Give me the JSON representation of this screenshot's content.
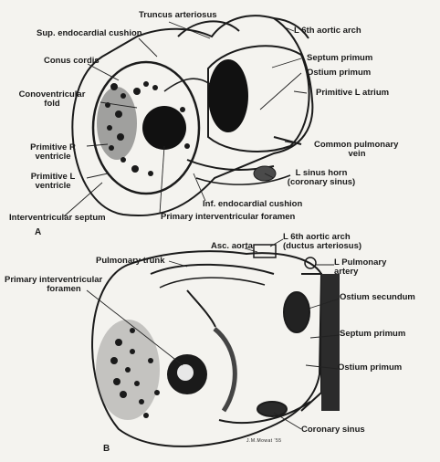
{
  "panel_a": {
    "letter": "A",
    "labels": {
      "truncus_arteriosus": "Truncus arteriosus",
      "l_6th_aortic_arch": "L 6th aortic arch",
      "sup_endocardial_cushion": "Sup. endocardial cushion",
      "conus_cordis": "Conus cordis",
      "septum_primum": "Septum primum",
      "ostium_primum": "Ostium primum",
      "conoventricular_fold_1": "Conoventricular",
      "conoventricular_fold_2": "fold",
      "primitive_l_atrium": "Primitive L atrium",
      "common_pulmonary_vein_1": "Common pulmonary",
      "common_pulmonary_vein_2": "vein",
      "primitive_r_ventricle_1": "Primitive R",
      "primitive_r_ventricle_2": "ventricle",
      "primitive_l_ventricle_1": "Primitive L",
      "primitive_l_ventricle_2": "ventricle",
      "l_sinus_horn_1": "L sinus horn",
      "l_sinus_horn_2": "(coronary sinus)",
      "inf_endocardial_cushion": "Inf. endocardial cushion",
      "interventricular_septum": "Interventricular septum",
      "primary_interventricular_foramen": "Primary interventricular foramen"
    }
  },
  "panel_b": {
    "letter": "B",
    "labels": {
      "asc_aorta": "Asc. aorta",
      "l_6th_aortic_arch_1": "L 6th aortic arch",
      "l_6th_aortic_arch_2": "(ductus arteriosus)",
      "pulmonary_trunk": "Pulmonary trunk",
      "l_pulmonary_artery_1": "L Pulmonary",
      "l_pulmonary_artery_2": "artery",
      "primary_interventricular_foramen_1": "Primary interventricular",
      "primary_interventricular_foramen_2": "foramen",
      "ostium_secundum": "Ostium secundum",
      "septum_primum": "Septum primum",
      "ostium_primum": "Ostium primum",
      "coronary_sinus": "Coronary sinus"
    },
    "signature": "J.M.Mowat '55"
  }
}
